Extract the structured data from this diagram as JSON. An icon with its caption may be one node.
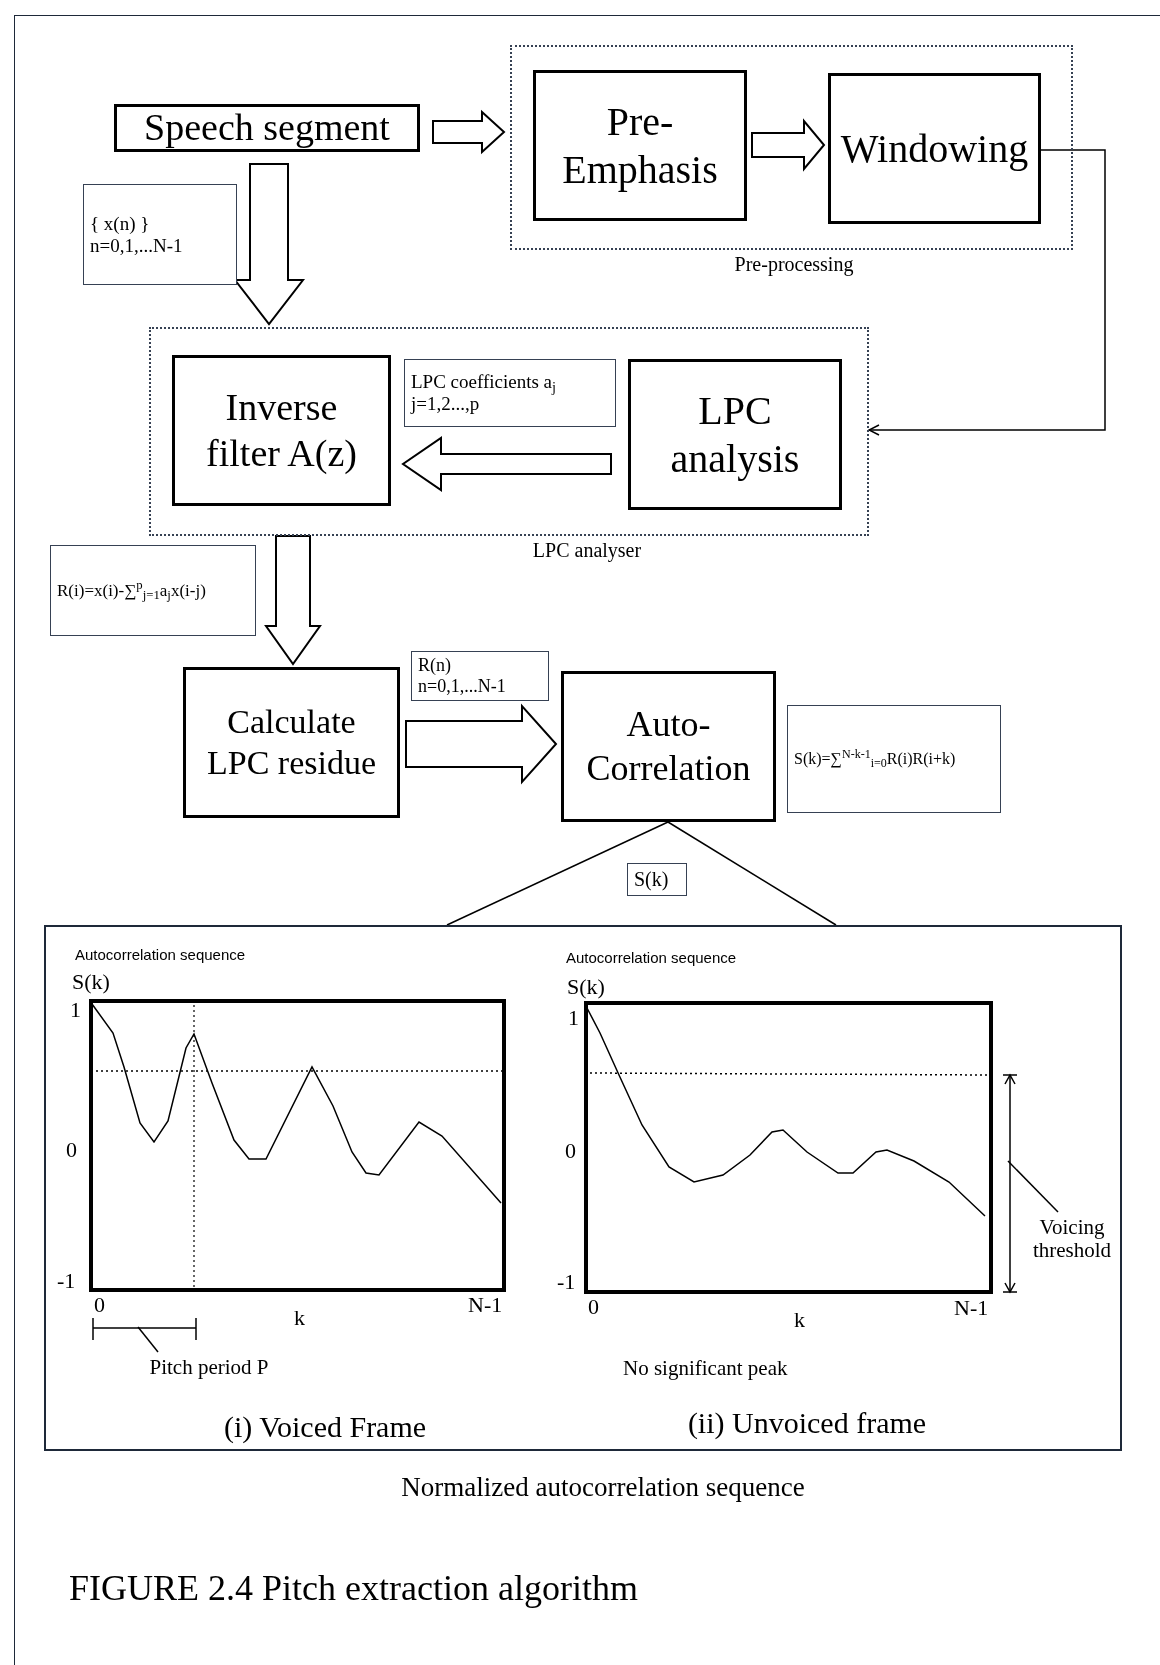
{
  "diagram": {
    "caption": "FIGURE 2.4 Pitch extraction algorithm",
    "nodes": [
      {
        "text": [
          "Speech segment"
        ]
      },
      {
        "text": [
          "Pre-processing"
        ]
      },
      {
        "text": [
          "Pre- Emphasis"
        ],
        "in": 1
      },
      {
        "text": [
          "Windowing"
        ],
        "in": 1
      },
      {
        "text": [
          "{ x(n) } n=0,1,...N-1"
        ]
      },
      {
        "text": [
          "LPC analyser"
        ]
      },
      {
        "text": [
          "Inverse filter A(z)"
        ],
        "in": 5
      },
      {
        "text": [
          "LPC coefficients a$_{j}$ j=1,2...,p"
        ],
        "in": 5
      },
      {
        "text": [
          "LPC analysis"
        ],
        "in": 5
      },
      {
        "text": [
          "R(i)=x(i)-∑$^{p}$$_{j=1}$a$_{j}$x(i-j)"
        ]
      },
      {
        "text": [
          "Calculate LPC residue"
        ]
      },
      {
        "text": [
          "R(n)",
          "n=0,1,...N-1"
        ]
      },
      {
        "text": [
          "Auto- Correlation"
        ]
      },
      {
        "text": [
          "S(k)=∑$^{N-k-1}$$_{i=0}$R(i)R(i+k)"
        ]
      },
      {
        "text": [
          "S(k)"
        ]
      },
      {
        "text": [
          "(i) Voiced Frame",
          "(ii) Unvoiced frame"
        ],
        "beside": [
          "Normalized autocorrelation sequence"
        ]
      },
      {
        "text": [
          "Pitch period P"
        ],
        "in": 15
      },
      {
        "text": [
          "Voicing threshold"
        ],
        "in": 15
      },
      {
        "text": [],
        "shape": "bracket",
        "in": 15
      },
      {
        "text": [],
        "shape": "line",
        "in": 15
      }
    ],
    "edges": [
      {
        "from": 0,
        "to": 1,
        "arrow": "to"
      },
      {
        "from": 2,
        "to": 3,
        "arrow": "to"
      },
      {
        "from": 3,
        "to": 5,
        "arrow": "to"
      },
      {
        "from": 0,
        "to": 5,
        "arrow": "to"
      },
      {
        "from": 8,
        "to": 6,
        "arrow": "to"
      },
      {
        "from": 5,
        "to": 10,
        "arrow": "to"
      },
      {
        "from": 10,
        "to": 12,
        "arrow": "to"
      },
      {
        "from": 12,
        "to": 15,
        "arrow": "none"
      },
      {
        "from": 12,
        "to": 15,
        "arrow": "none"
      },
      {
        "from": 16,
        "to": 18,
        "arrow": "none"
      },
      {
        "from": 17,
        "to": 19,
        "arrow": "none"
      }
    ],
    "labels": [
      "Autocorrelation sequence",
      "S(k)",
      "1",
      "0",
      "-1",
      "0",
      "k",
      "N-1",
      "Autocorrelation sequence",
      "S(k)",
      "1",
      "0",
      "-1",
      "0",
      "k",
      "N-1",
      "No significant peak"
    ]
  }
}
